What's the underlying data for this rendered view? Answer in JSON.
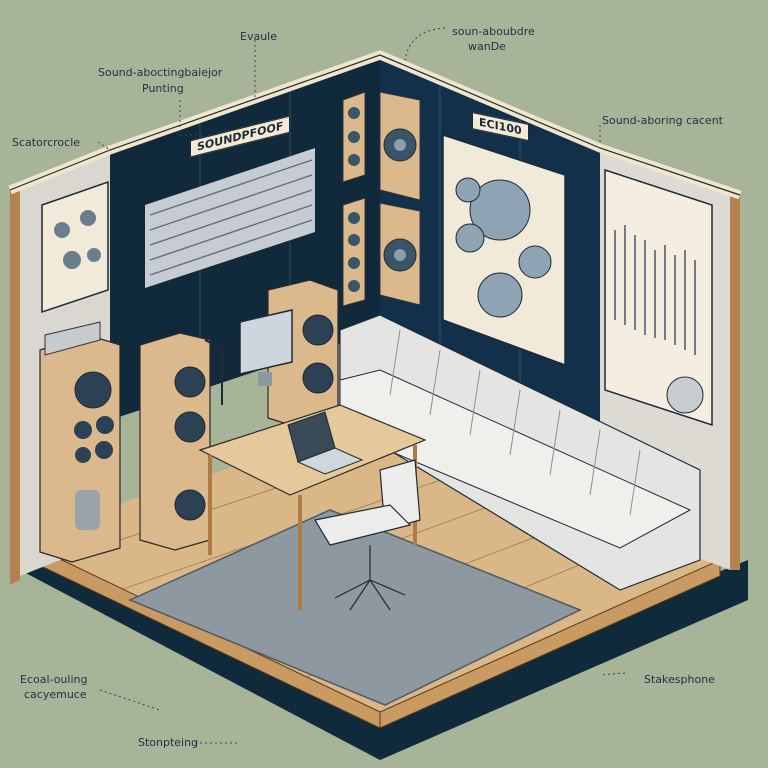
{
  "diagram": {
    "title": "Isometric soundproof studio room",
    "colors": {
      "background": "#a8b498",
      "wall_dark": "#102a3c",
      "wood": "#dcb98c",
      "wall_panel_light": "#e2e0da",
      "rug": "#8e98a0",
      "trim": "#f1e6cc",
      "label_text": "#1e3048"
    },
    "labels": [
      {
        "id": "top-center",
        "text": "Evaule"
      },
      {
        "id": "top-left-line1",
        "text": "Sound-aboctingbaiejor"
      },
      {
        "id": "top-left-line2",
        "text": "Punting"
      },
      {
        "id": "top-right-line1",
        "text": "soun-aboubdre"
      },
      {
        "id": "top-right-line2",
        "text": "wanDe"
      },
      {
        "id": "right",
        "text": "Sound-aboring cacent"
      },
      {
        "id": "left",
        "text": "Scatorcrocle"
      },
      {
        "id": "bottom-left-line1",
        "text": "Ecoal-ouling"
      },
      {
        "id": "bottom-left-line2",
        "text": "cacyemuce"
      },
      {
        "id": "bottom-center",
        "text": "Stonpteing"
      },
      {
        "id": "bottom-right",
        "text": "Stakesphone"
      }
    ],
    "signs": {
      "wall_sign": "SOUNDPFOOF",
      "poster_sign": "ECI100"
    },
    "objects": [
      "acoustic-foam-panel",
      "wall-speaker-small-1",
      "wall-speaker-large-1",
      "wall-speaker-small-2",
      "wall-speaker-large-2",
      "speaker-diagram-poster",
      "frequency-chart-poster",
      "left-wall-poster",
      "tower-speaker-left",
      "tower-speaker-right",
      "studio-monitor",
      "computer-monitor",
      "microphone",
      "desk",
      "laptop",
      "office-chair",
      "sofa",
      "rug"
    ]
  }
}
